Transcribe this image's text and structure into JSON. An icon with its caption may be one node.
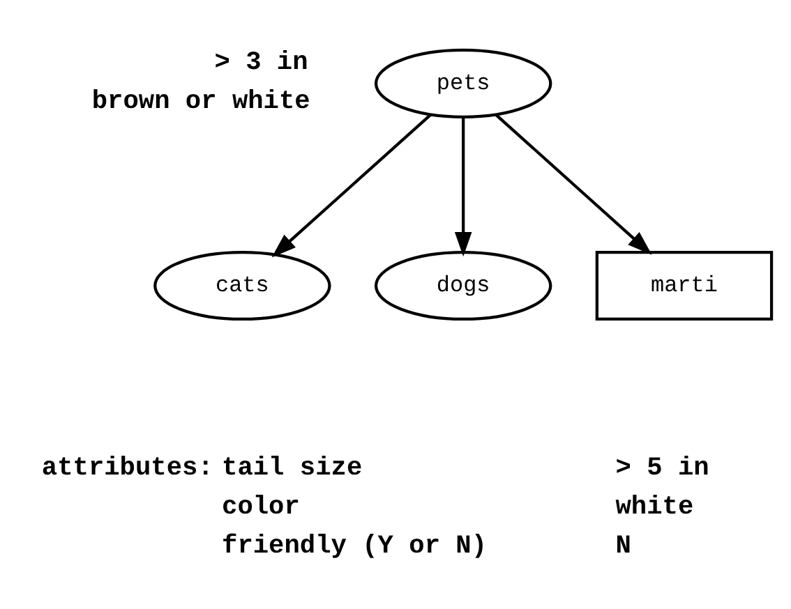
{
  "diagram": {
    "nodes": [
      {
        "text": [
          "pets"
        ],
        "beside": [
          "> 3 in",
          "brown or white"
        ]
      },
      {
        "text": [
          "cats"
        ]
      },
      {
        "text": [
          "dogs"
        ]
      },
      {
        "text": [
          "marti"
        ],
        "beside": [
          "> 5 in",
          "white",
          "N"
        ]
      }
    ],
    "edges": [
      {
        "from": 0,
        "to": 1,
        "arrow": "to"
      },
      {
        "from": 0,
        "to": 2,
        "arrow": "to"
      },
      {
        "from": 0,
        "to": 3,
        "arrow": "to"
      }
    ],
    "labels": [
      "attributes:",
      "tail size",
      "color",
      "friendly (Y or N)"
    ]
  }
}
